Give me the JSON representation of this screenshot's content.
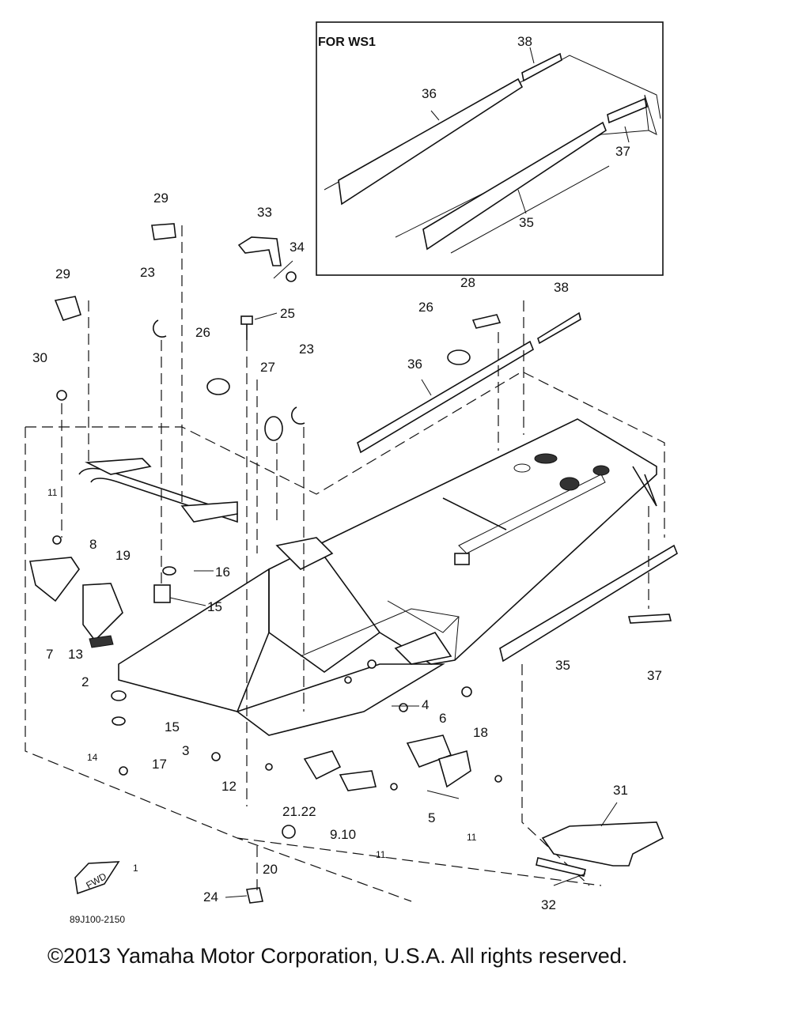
{
  "inset": {
    "title": "FOR WS1"
  },
  "labels": {
    "p29a": "29",
    "p29b": "29",
    "p33": "33",
    "p34": "34",
    "p23a": "23",
    "p23b": "23",
    "p25": "25",
    "p26a": "26",
    "p26b": "26",
    "p27": "27",
    "p28": "28",
    "p30": "30",
    "p36a": "36",
    "p36b": "36",
    "p38a": "38",
    "p38b": "38",
    "p37a": "37",
    "p37b": "37",
    "p35a": "35",
    "p35b": "35",
    "p11a": "11",
    "p11b": "11",
    "p11c": "11",
    "p19": "19",
    "p8": "8",
    "p16": "16",
    "p15a": "15",
    "p15b": "15",
    "p7": "7",
    "p13": "13",
    "p2": "2",
    "p3": "3",
    "p14": "14",
    "p17": "17",
    "p12": "12",
    "p4": "4",
    "p6": "6",
    "p18": "18",
    "p5": "5",
    "p2122": "21.22",
    "p910": "9.10",
    "p20": "20",
    "p24": "24",
    "p31": "31",
    "p32": "32",
    "p1": "1"
  },
  "fwd_label": "FWD",
  "drawing_number": "89J100-2150",
  "copyright": "©2013 Yamaha Motor Corporation, U.S.A. All rights reserved."
}
